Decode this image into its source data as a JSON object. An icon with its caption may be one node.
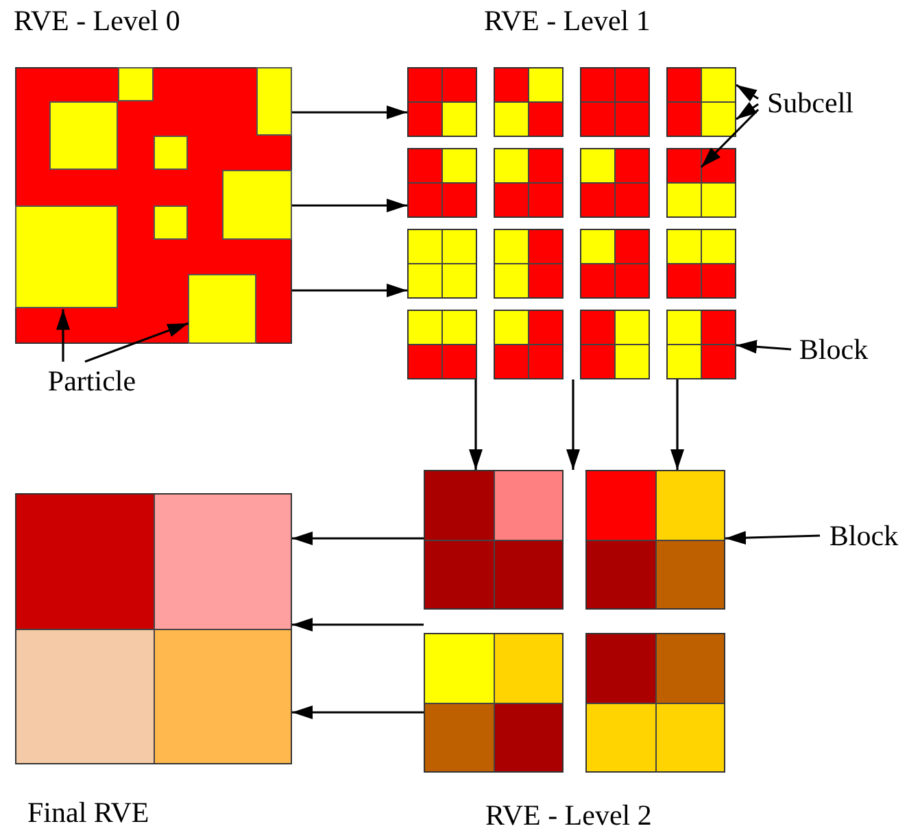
{
  "diagram": {
    "nodes": [
      {
        "text": [],
        "shape": "box"
      },
      {
        "text": [],
        "shape": "box",
        "in": 0
      },
      {
        "text": [],
        "shape": "box",
        "in": 0
      },
      {
        "text": [],
        "shape": "box",
        "in": 0
      },
      {
        "text": [],
        "shape": "box",
        "in": 0
      },
      {
        "text": [],
        "shape": "box",
        "in": 0
      },
      {
        "text": [],
        "shape": "box",
        "in": 0
      },
      {
        "text": [],
        "shape": "box",
        "in": 0
      },
      {
        "text": [],
        "shape": "box",
        "in": 0
      },
      {
        "text": [
          "Particle"
        ]
      },
      {
        "text": [],
        "shape": "picture"
      },
      {
        "text": [],
        "shape": "box",
        "in": 10
      },
      {
        "text": [],
        "shape": "box",
        "in": 10
      },
      {
        "text": [],
        "shape": "box",
        "in": 10
      },
      {
        "text": [],
        "shape": "box",
        "in": 10
      },
      {
        "text": [],
        "shape": "box",
        "in": 10
      },
      {
        "text": [],
        "shape": "box",
        "in": 10
      },
      {
        "text": [],
        "shape": "box",
        "in": 10
      },
      {
        "text": [],
        "shape": "box",
        "in": 10
      },
      {
        "text": [],
        "shape": "box",
        "in": 10
      },
      {
        "text": [],
        "shape": "box",
        "in": 10
      },
      {
        "text": [],
        "shape": "box",
        "in": 10
      },
      {
        "text": [],
        "shape": "box",
        "in": 10
      },
      {
        "text": [],
        "shape": "box",
        "in": 10
      },
      {
        "text": [],
        "shape": "box",
        "in": 10
      },
      {
        "text": [],
        "shape": "box",
        "in": 10
      },
      {
        "text": [],
        "shape": "box",
        "in": 10
      },
      {
        "text": [],
        "shape": "box",
        "in": 14
      },
      {
        "text": [],
        "shape": "box",
        "in": 14
      },
      {
        "text": [],
        "shape": "box",
        "in": 18
      },
      {
        "text": [
          "Subcell"
        ]
      },
      {
        "text": [
          "Block"
        ]
      },
      {
        "text": [],
        "shape": "picture"
      },
      {
        "text": [],
        "shape": "box",
        "in": 32
      },
      {
        "text": [],
        "shape": "box",
        "in": 32
      },
      {
        "text": [],
        "shape": "box",
        "in": 32
      },
      {
        "text": [],
        "shape": "box",
        "in": 32
      },
      {
        "text": [
          "Block"
        ]
      },
      {
        "text": [],
        "shape": "box"
      }
    ],
    "edges": [
      {
        "from": 0,
        "to": 10,
        "arrow": "to"
      },
      {
        "from": 0,
        "to": 10,
        "arrow": "to"
      },
      {
        "from": 0,
        "to": 10,
        "arrow": "to"
      },
      {
        "from": 10,
        "to": 32,
        "arrow": "to"
      },
      {
        "from": 10,
        "to": 32,
        "arrow": "to"
      },
      {
        "from": 10,
        "to": 32,
        "arrow": "to"
      },
      {
        "from": 32,
        "to": 38,
        "arrow": "to"
      },
      {
        "from": 32,
        "to": 38,
        "arrow": "to"
      },
      {
        "from": 32,
        "to": 38,
        "arrow": "to"
      },
      {
        "from": 9,
        "to": 6,
        "arrow": "to"
      },
      {
        "from": 9,
        "to": 8,
        "arrow": "to"
      },
      {
        "from": 30,
        "to": 27,
        "arrow": "to"
      },
      {
        "from": 30,
        "to": 28,
        "arrow": "to"
      },
      {
        "from": 30,
        "to": 29,
        "arrow": "to"
      },
      {
        "from": 31,
        "to": 26,
        "arrow": "to"
      },
      {
        "from": 37,
        "to": 34,
        "arrow": "to"
      }
    ],
    "labels": [
      "RVE - Level 0",
      "RVE - Level 1",
      "RVE - Level 2",
      "Final RVE"
    ]
  }
}
